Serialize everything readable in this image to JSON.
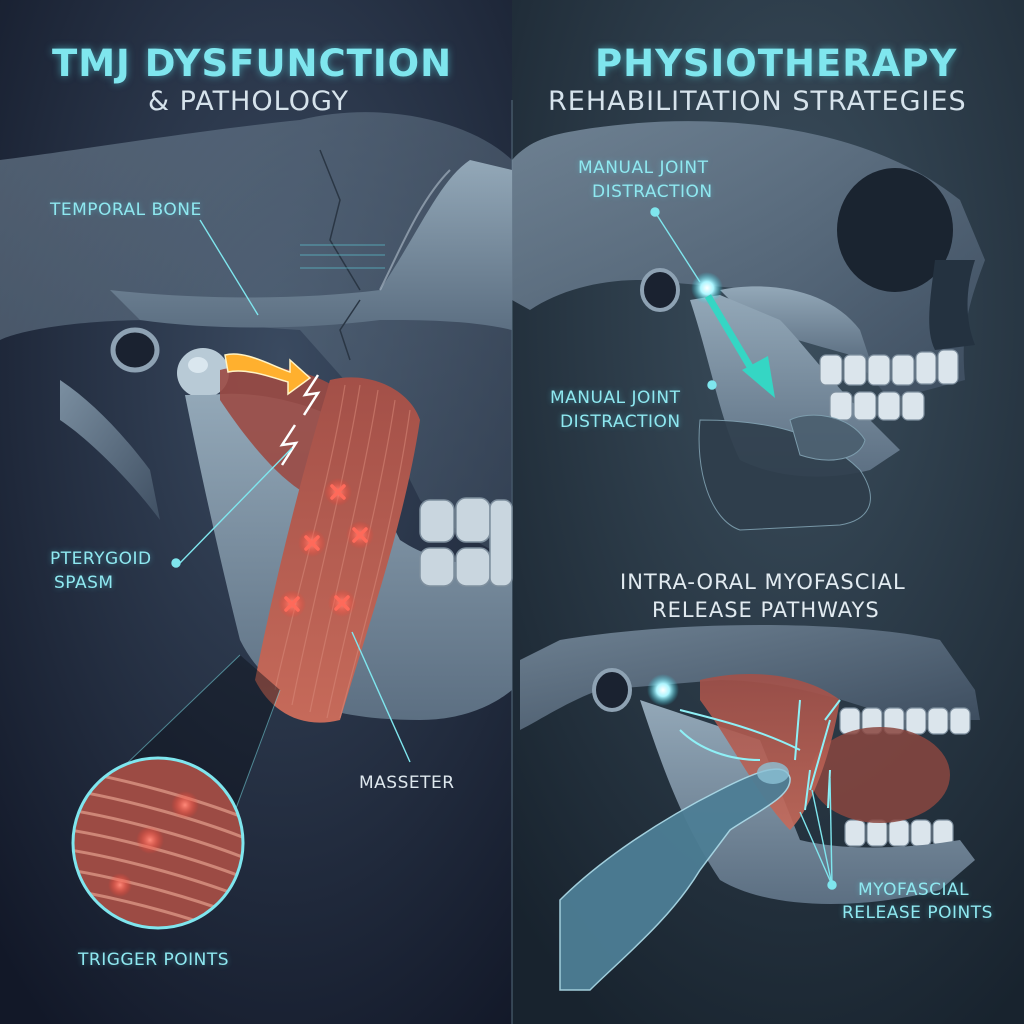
{
  "left_panel": {
    "title": "TMJ DYSFUNCTION",
    "subtitle": "& PATHOLOGY",
    "labels": {
      "temporal_bone": "TEMPORAL BONE",
      "pterygoid_line1": "PTERYGOID",
      "pterygoid_line2": "SPASM",
      "masseter": "MASSETER",
      "trigger_points": "TRIGGER POINTS"
    }
  },
  "right_panel": {
    "title": "PHYSIOTHERAPY",
    "subtitle": "REHABILITATION STRATEGIES",
    "labels": {
      "distraction_top_line1": "MANUAL JOINT",
      "distraction_top_line2": "DISTRACTION",
      "distraction_mid_line1": "MANUAL JOINT",
      "distraction_mid_line2": "DISTRACTION",
      "section_line1": "INTRA-ORAL MYOFASCIAL",
      "section_line2": "RELEASE PATHWAYS",
      "release_points_line1": "MYOFASCIAL",
      "release_points_line2": "RELEASE POINTS"
    }
  },
  "colors": {
    "accent": "#7fe6ee",
    "background": "#12192a",
    "muscle": "#b8544a",
    "trigger": "#ff5a4a",
    "arrow_pain": "#ffb02e"
  }
}
